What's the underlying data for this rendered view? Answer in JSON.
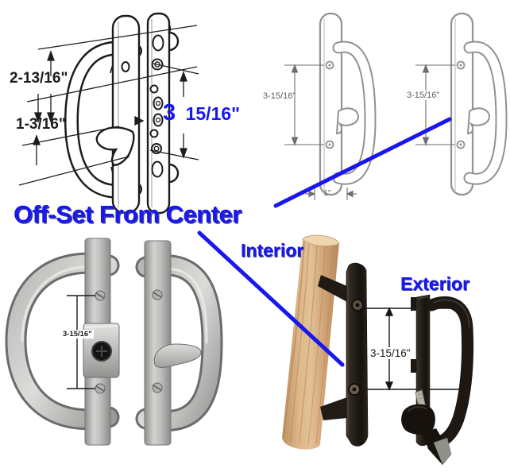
{
  "image": {
    "background": "#ffffff"
  },
  "colors": {
    "accent_blue": "#1717ee",
    "drawing_black": "#1c1c1c",
    "drawing_gray": "#919191",
    "silver": "#c6c6c4",
    "bronze": "#241f19",
    "wood": "#d4ab7c"
  },
  "top_left_diagram": {
    "dim_upper": "2-13/16\"",
    "dim_lower": "1-3/16\"",
    "dim_right_whole": "3",
    "dim_right_fraction": "15/16\""
  },
  "top_right_diagram": {
    "left_dim": "3-15/16\"",
    "right_dim": "3-15/16\"",
    "width_dim": "1\""
  },
  "caption": {
    "offset_text": "Off-Set From Center"
  },
  "bottom_left_photo": {
    "dim": "3-15/16\""
  },
  "bottom_right_photo": {
    "interior_label": "Interior",
    "exterior_label": "Exterior",
    "dim": "3-15/16\""
  }
}
